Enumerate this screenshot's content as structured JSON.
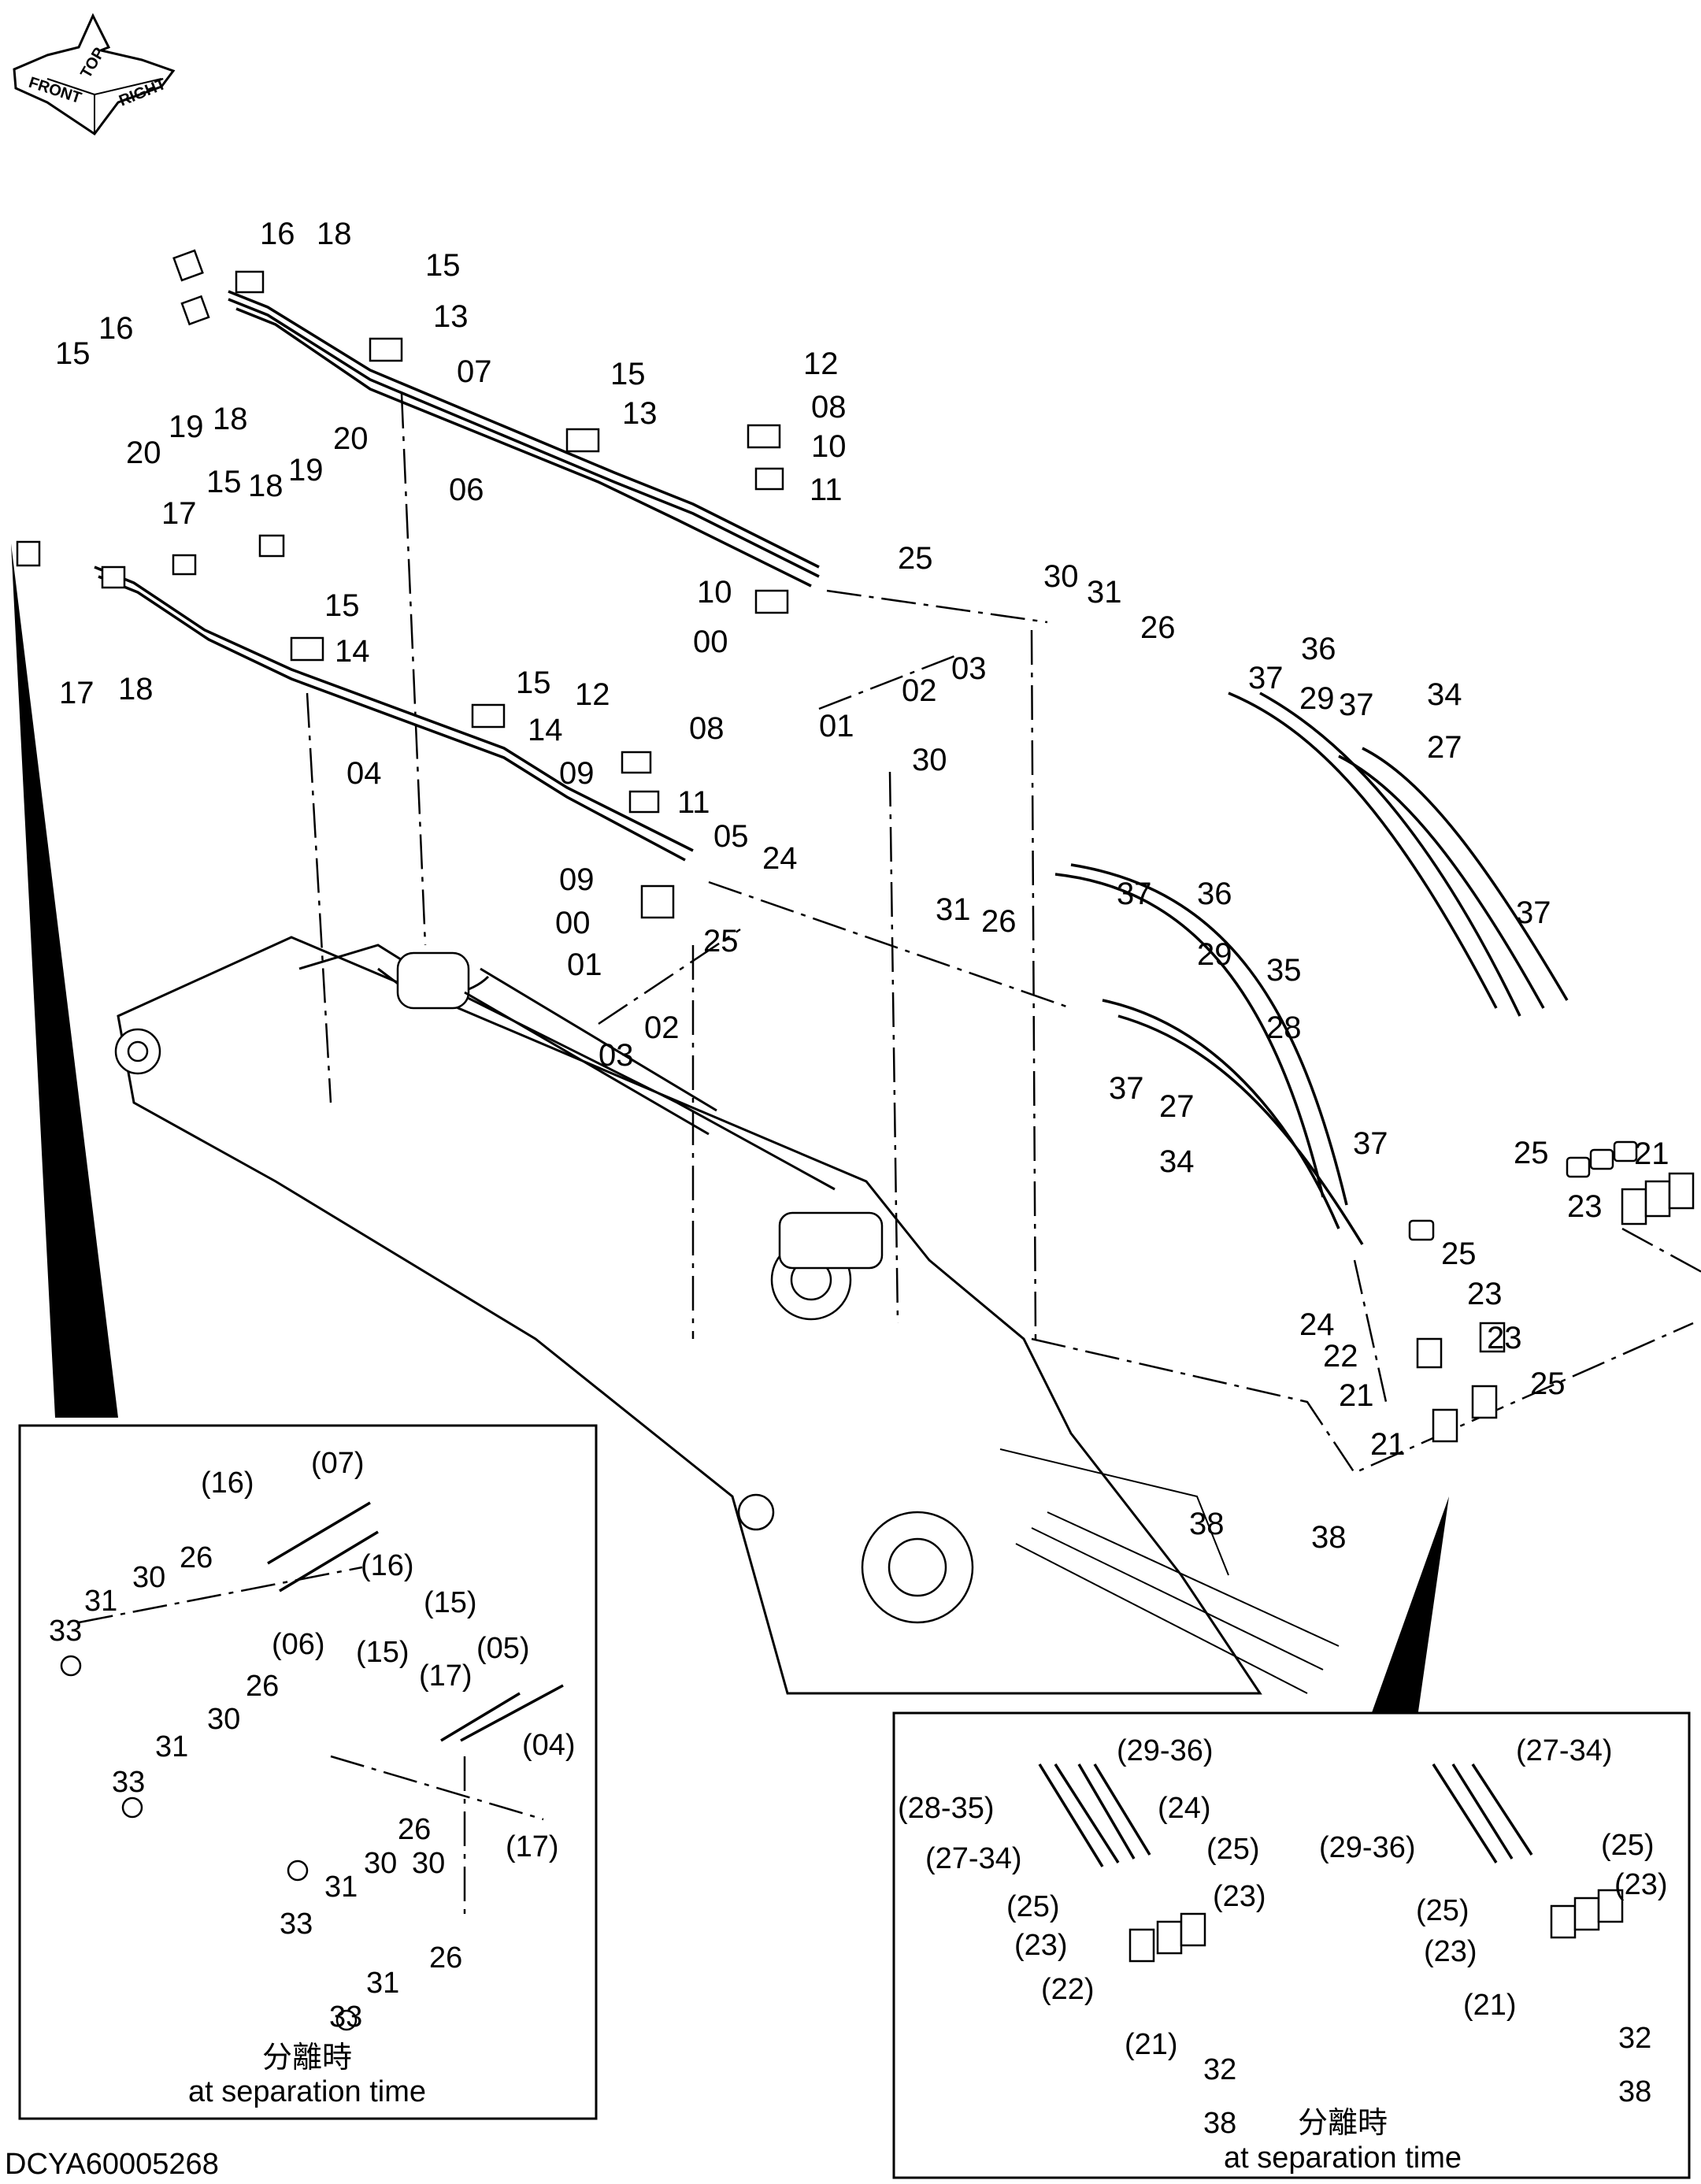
{
  "document_id": "DCYA60005268",
  "orientation_labels": [
    "TOP",
    "FRONT",
    "RIGHT"
  ],
  "top_labels": [
    "16",
    "18",
    "15",
    "13",
    "07",
    "15",
    "13",
    "12",
    "08",
    "10",
    "11",
    "06",
    "15",
    "16",
    "20",
    "19",
    "18",
    "17",
    "15",
    "18",
    "19",
    "20",
    "15",
    "14",
    "17",
    "18",
    "04",
    "15",
    "14",
    "12",
    "08",
    "09",
    "11",
    "05",
    "24",
    "25",
    "10",
    "00",
    "01",
    "02",
    "03",
    "25",
    "09",
    "00",
    "01",
    "02",
    "03",
    "30",
    "31",
    "26",
    "36",
    "37",
    "29",
    "37",
    "34",
    "27",
    "30",
    "31",
    "26",
    "37",
    "36",
    "29",
    "35",
    "28",
    "37",
    "27",
    "34",
    "37",
    "37",
    "25",
    "21",
    "23",
    "25",
    "23",
    "24",
    "22",
    "23",
    "21",
    "21",
    "25",
    "38",
    "38"
  ],
  "inset_left": {
    "labels": [
      "(16)",
      "(07)",
      "26",
      "30",
      "31",
      "33",
      "(16)",
      "(15)",
      "(06)",
      "26",
      "30",
      "31",
      "33",
      "(15)",
      "(17)",
      "(05)",
      "(04)",
      "26",
      "30",
      "31",
      "33",
      "(17)",
      "30",
      "26",
      "31",
      "33"
    ],
    "caption_jp": "分離時",
    "caption_en": "at separation time"
  },
  "inset_right": {
    "labels": [
      "(29-36)",
      "(28-35)",
      "(24)",
      "(27-34)",
      "(25)",
      "(25)",
      "(23)",
      "(23)",
      "(22)",
      "(21)",
      "32",
      "38",
      "(27-34)",
      "(29-36)",
      "(25)",
      "(25)",
      "(23)",
      "(23)",
      "(21)",
      "32",
      "38"
    ],
    "caption_jp": "分離時",
    "caption_en": "at separation time"
  }
}
